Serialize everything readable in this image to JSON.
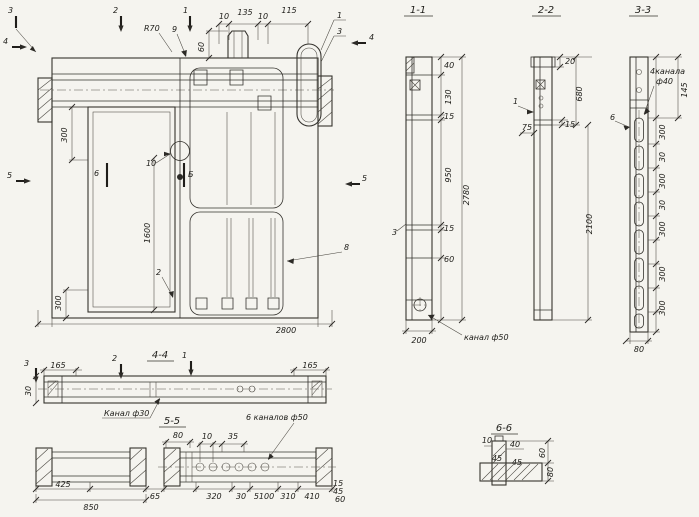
{
  "sheet": {
    "bg": "#f5f4ef",
    "ink": "#2c2a26"
  },
  "main": {
    "marks": {
      "m3": "3",
      "m2": "2",
      "m1": "1",
      "m4l": "4",
      "m4r": "4",
      "m5l": "5",
      "m5r": "5",
      "m6": "6",
      "mB": "Б"
    },
    "callouts": {
      "r70": "R70",
      "c9": "9",
      "c1": "1",
      "c3": "3",
      "c2": "2",
      "c8": "8",
      "c10": "10"
    },
    "dims": {
      "t10a": "10",
      "t135": "135",
      "t10b": "10",
      "t115": "115",
      "v60": "60",
      "l300a": "300",
      "l1600": "1600",
      "l300b": "300",
      "b2800": "2800"
    }
  },
  "sec11": {
    "title": "1-1",
    "c3": "3",
    "d40": "40",
    "d130": "130",
    "d15a": "15",
    "d950": "950",
    "d15b": "15",
    "d60": "60",
    "d2780": "2780",
    "d200": "200",
    "note": "канал ф50"
  },
  "sec22": {
    "title": "2-2",
    "c1": "1",
    "d20": "20",
    "d15": "15",
    "d680": "680",
    "d75": "75",
    "d2100": "2100"
  },
  "sec33": {
    "title": "3-3",
    "c6": "6",
    "note1": "4канала",
    "note2": "ф40",
    "d145": "145",
    "chain": [
      "300",
      "30",
      "300",
      "30",
      "300",
      "300",
      "300"
    ],
    "d80": "80"
  },
  "sec44": {
    "title": "4-4",
    "m3": "3",
    "m2": "2",
    "m1": "1",
    "d165l": "165",
    "d165r": "165",
    "d30": "30",
    "note": "Канал ф30"
  },
  "sec55": {
    "title": "5-5",
    "note": "6 каналов ф50",
    "d80": "80",
    "d10": "10",
    "d35": "35",
    "bottom": [
      "425",
      "850",
      "65",
      "320",
      "30",
      "5100",
      "310",
      "410"
    ],
    "right": [
      "15",
      "45",
      "60"
    ]
  },
  "sec66": {
    "title": "6-6",
    "d10": "10",
    "d40": "40",
    "d45a": "45",
    "d45b": "45",
    "d60": "60",
    "d80": "80"
  }
}
